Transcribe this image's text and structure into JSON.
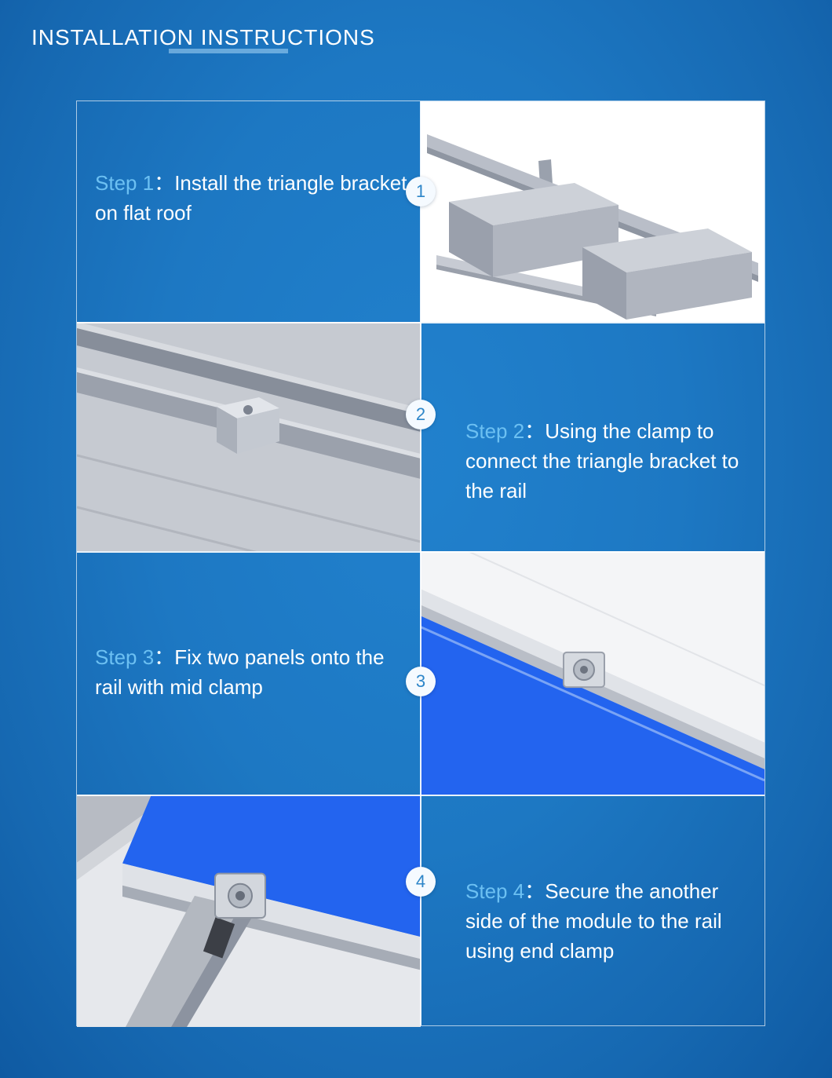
{
  "page": {
    "title": "INSTALLATION INSTRUCTIONS"
  },
  "colors": {
    "background_center": "#2181cd",
    "background_edge": "#0f5aa2",
    "step_label": "#6cc0f2",
    "step_text": "#ffffff",
    "badge_background": "#f5faff",
    "badge_number": "#2e86c9",
    "panel_blue": "#2364ef",
    "grid_line": "#ffffff"
  },
  "steps": [
    {
      "number": "1",
      "label": "Step 1",
      "colon": "：",
      "description": "Install the triangle bracket on flat roof",
      "illustration": "triangle-bracket-on-flat-roof"
    },
    {
      "number": "2",
      "label": "Step 2",
      "colon": "：",
      "description": "Using the clamp to connect the triangle bracket to the rail",
      "illustration": "clamp-connecting-triangle-bracket-to-rail"
    },
    {
      "number": "3",
      "label": "Step 3",
      "colon": "：",
      "description": "Fix two panels onto the rail with mid clamp",
      "illustration": "two-panels-fixed-with-mid-clamp"
    },
    {
      "number": "4",
      "label": "Step 4",
      "colon": "：",
      "description": "Secure the another side of the module to the rail using end clamp",
      "illustration": "module-secured-with-end-clamp"
    }
  ]
}
